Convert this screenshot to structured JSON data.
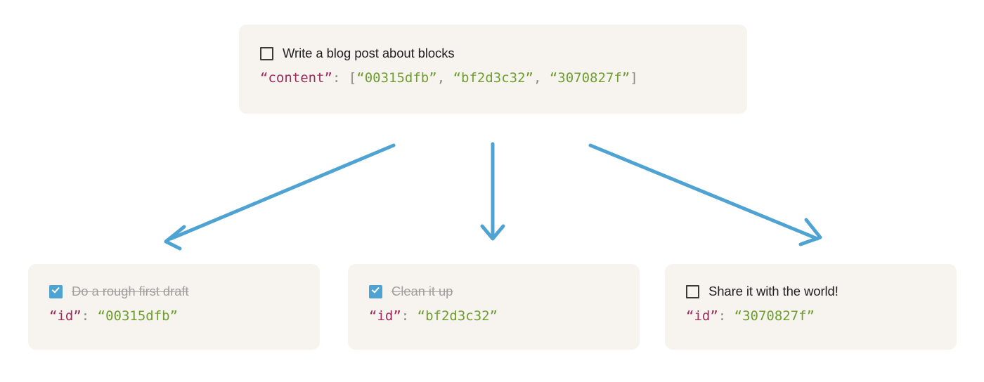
{
  "diagram": {
    "title_note": "block tree: parent task with content array pointing to three child task blocks",
    "accent_color": "#4ea3d2",
    "card_background": "#f7f4ef",
    "json_key_color": "#a02a5e",
    "json_value_color": "#6f9e30",
    "json_punct_color": "#8a8a86"
  },
  "parent_card": {
    "checkbox_state": "unchecked",
    "checkbox_icon": "checkbox-empty-icon",
    "task_label": "Write a blog post about blocks",
    "json": {
      "key": "“content”",
      "colon": ": ",
      "open_bracket": "[",
      "values": [
        "“00315dfb”",
        "“bf2d3c32”",
        "“3070827f”"
      ],
      "separator": ", ",
      "close_bracket": "]"
    }
  },
  "child_cards": [
    {
      "checkbox_state": "checked",
      "checkbox_icon": "checkbox-checked-icon",
      "task_label": "Do a rough first draft",
      "completed": true,
      "json": {
        "key": "“id”",
        "colon": ": ",
        "value": "“00315dfb”"
      }
    },
    {
      "checkbox_state": "checked",
      "checkbox_icon": "checkbox-checked-icon",
      "task_label": "Clean it up",
      "completed": true,
      "json": {
        "key": "“id”",
        "colon": ": ",
        "value": "“bf2d3c32”"
      }
    },
    {
      "checkbox_state": "unchecked",
      "checkbox_icon": "checkbox-empty-icon",
      "task_label": "Share it with the world!",
      "completed": false,
      "json": {
        "key": "“id”",
        "colon": ": ",
        "value": "“3070827f”"
      }
    }
  ],
  "arrows": [
    {
      "name": "arrow-to-first-child",
      "direction": "down-left"
    },
    {
      "name": "arrow-to-second-child",
      "direction": "down"
    },
    {
      "name": "arrow-to-third-child",
      "direction": "down-right"
    }
  ]
}
